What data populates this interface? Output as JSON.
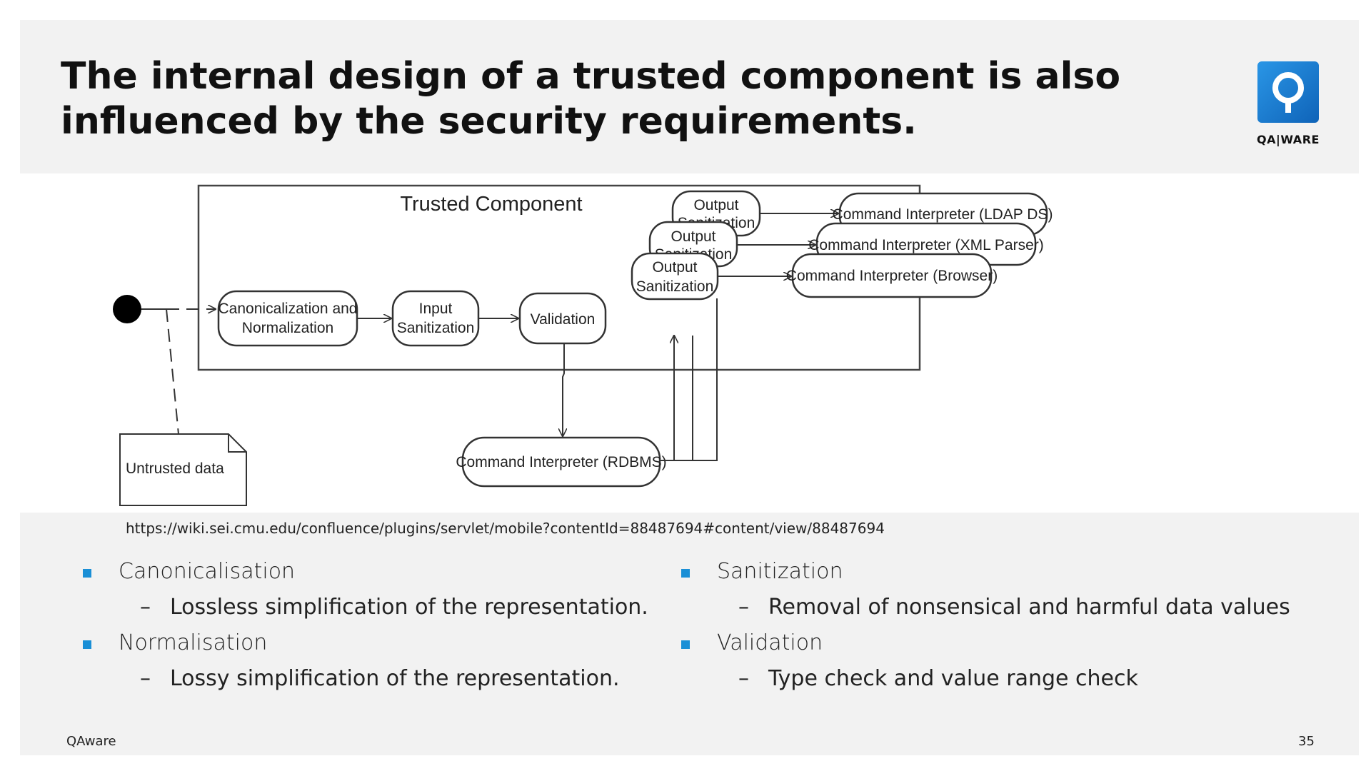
{
  "slide": {
    "title": "The internal design of a trusted component is also influenced by the security requirements.",
    "logo_text": "QA|WARE",
    "source_url": "https://wiki.sei.cmu.edu/confluence/plugins/servlet/mobile?contentId=88487694#content/view/88487694",
    "footer_left": "QAware",
    "page_number": "35"
  },
  "colors": {
    "accent": "#1a8fd6",
    "logo_blue": "#1a7fd0",
    "panel_bg": "#f2f2f2"
  },
  "diagram": {
    "container_label": "Trusted Component",
    "nodes": {
      "canonicalization_line1": "Canonicalization and",
      "canonicalization_line2": "Normalization",
      "input_line1": "Input",
      "input_line2": "Sanitization",
      "validation": "Validation",
      "output_line1": "Output",
      "output_line2": "Sanitization",
      "ci_rdbms": "Command Interpreter (RDBMS)",
      "ci_ldap": "Command Interpreter (LDAP DS)",
      "ci_xml": "Command Interpreter (XML Parser)",
      "ci_browser": "Command Interpreter (Browser)",
      "untrusted_data": "Untrusted data"
    }
  },
  "bullets_left": [
    {
      "label": "Canonicalisation",
      "sub": "Lossless simplification of the representation."
    },
    {
      "label": "Normalisation",
      "sub": "Lossy simplification of the representation."
    }
  ],
  "bullets_right": [
    {
      "label": "Sanitization",
      "sub": "Removal of nonsensical and harmful data values"
    },
    {
      "label": "Validation",
      "sub": "Type check and value range check"
    }
  ],
  "sub_dash": "–"
}
